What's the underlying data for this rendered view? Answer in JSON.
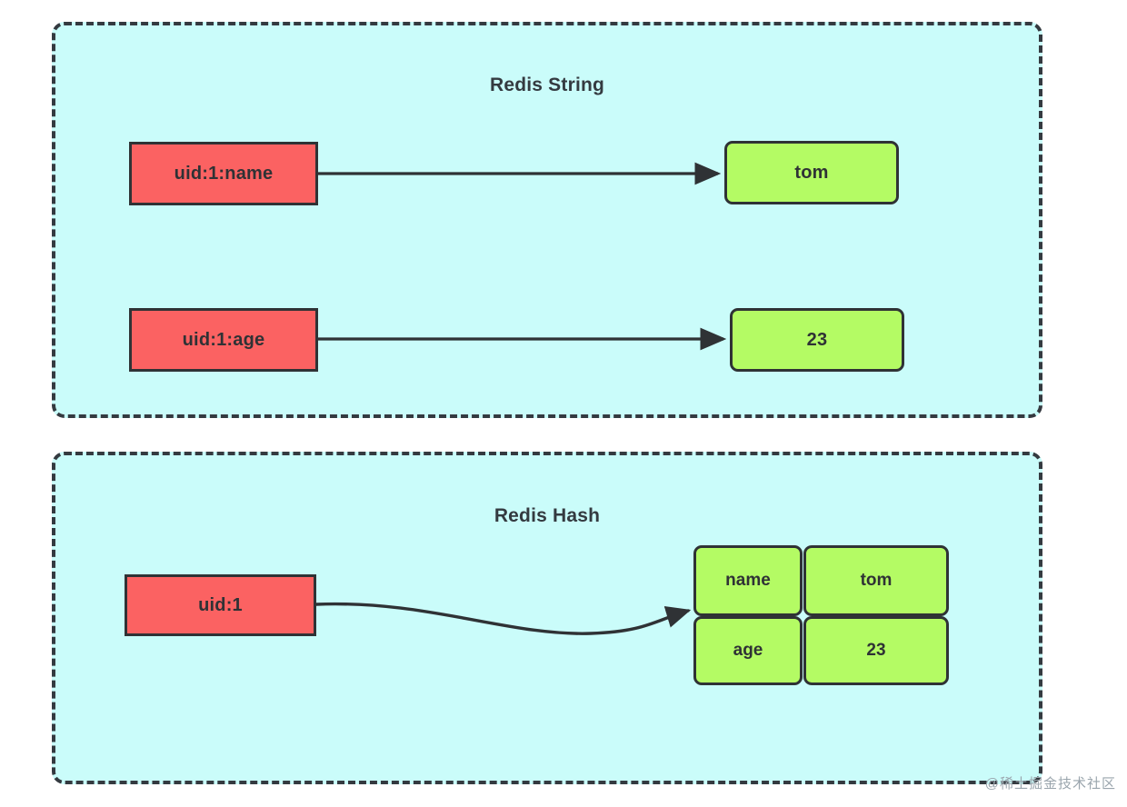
{
  "diagram": {
    "title_absent": true,
    "watermark": "@稀土掘金技术社区",
    "colors": {
      "panel_background": "#CAFCFA",
      "panel_border": "#343a40",
      "key_box": "#FB6262",
      "value_box": "#B4FB64",
      "stroke": "#2f3235",
      "text": "#2f3235",
      "watermark": "#9aa5ad"
    }
  },
  "groups": [
    {
      "id": "redis-string",
      "title": "Redis String",
      "pairs": [
        {
          "key": "uid:1:name",
          "value": "tom",
          "connector": "straight-arrow"
        },
        {
          "key": "uid:1:age",
          "value": "23",
          "connector": "straight-arrow"
        }
      ]
    },
    {
      "id": "redis-hash",
      "title": "Redis Hash",
      "key": "uid:1",
      "connector": "curved-arrow",
      "fields": [
        {
          "field": "name",
          "value": "tom"
        },
        {
          "field": "age",
          "value": "23"
        }
      ]
    }
  ]
}
